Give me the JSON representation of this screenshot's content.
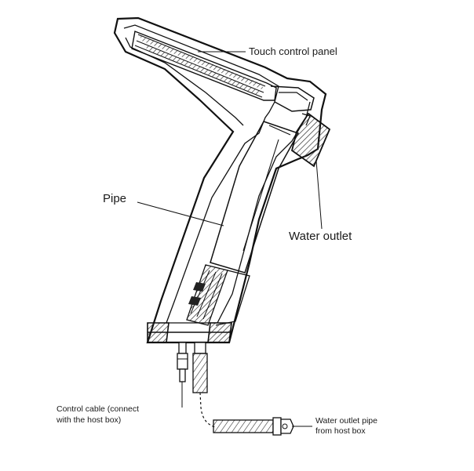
{
  "labels": {
    "touch_panel": "Touch control panel",
    "pipe": "Pipe",
    "water_outlet": "Water outlet",
    "control_cable_1": "Control cable (connect",
    "control_cable_2": "with the host box)",
    "outlet_pipe_1": "Water outlet pipe",
    "outlet_pipe_2": "from host box"
  },
  "colors": {
    "line": "#111111",
    "hatch": "#333333",
    "background": "#ffffff"
  }
}
